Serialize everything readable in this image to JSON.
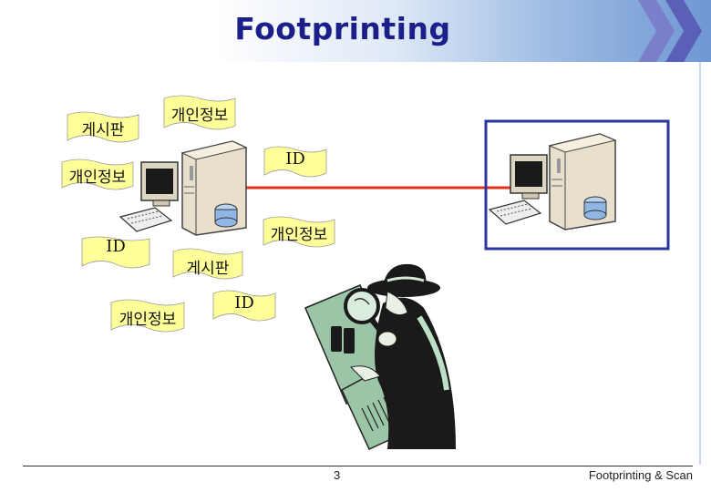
{
  "slide": {
    "title": "Footprinting",
    "footer_page": "3",
    "footer_text": "Footprinting & Scan"
  },
  "notes": [
    {
      "label": "게시판",
      "kind": "board"
    },
    {
      "label": "개인정보",
      "kind": "personal-info"
    },
    {
      "label": "ID",
      "kind": "id"
    },
    {
      "label": "개인정보",
      "kind": "personal-info"
    },
    {
      "label": "개인정보",
      "kind": "personal-info"
    },
    {
      "label": "ID",
      "kind": "id"
    },
    {
      "label": "게시판",
      "kind": "board"
    },
    {
      "label": "ID",
      "kind": "id"
    },
    {
      "label": "개인정보",
      "kind": "personal-info"
    }
  ],
  "colors": {
    "title": "#1b1f8a",
    "connection_line": "#e0331a",
    "target_frame": "#2b35a0",
    "note_fill": "#ffff99"
  },
  "icons": [
    "source-computer-icon",
    "target-computer-icon",
    "spy-detective-icon",
    "chevron-icon"
  ]
}
